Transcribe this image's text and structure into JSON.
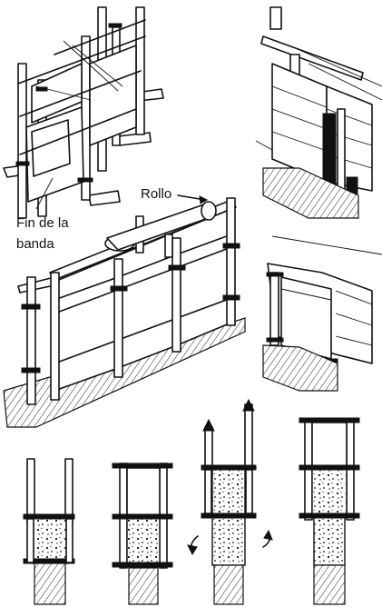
{
  "labels": {
    "roll": "Rollo",
    "band_end_line1": "Fin de la",
    "band_end_line2": "banda"
  }
}
